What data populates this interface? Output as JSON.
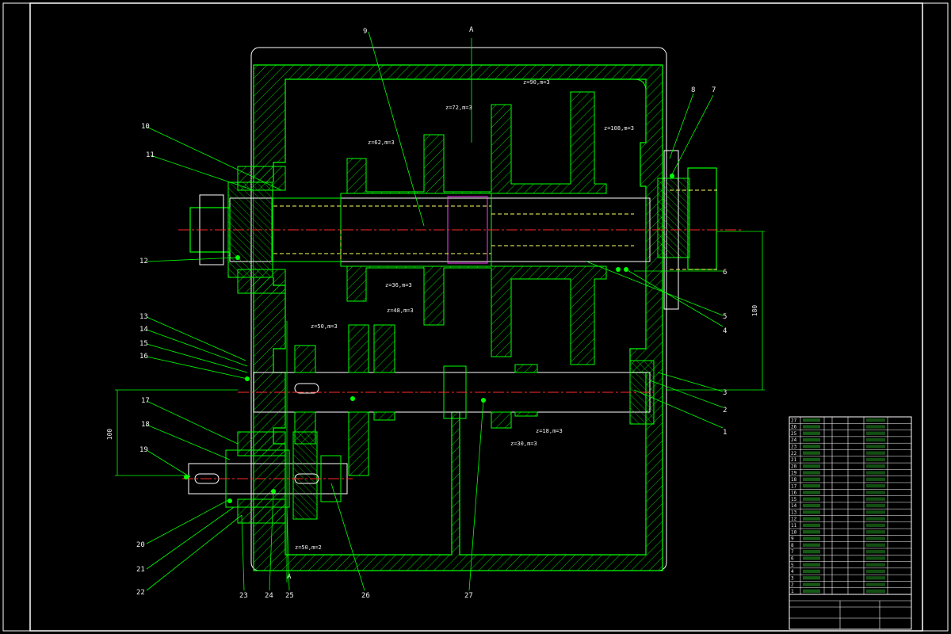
{
  "drawing": {
    "colors": {
      "background": "#000000",
      "outline": "#00ff00",
      "centerline": "#ff2a2a",
      "hidden": "#ffff66",
      "leader": "#00ff00",
      "text": "#f2f2f2",
      "magenta": "#ff3cff",
      "white_lines": "#ffffff"
    },
    "gear_labels": {
      "top_g1": "z=72,m=3",
      "top_g2": "z=90,m=3",
      "top_g3": "z=108,m=3",
      "left_g1": "z=62,m=3",
      "mid_g1": "z=36,m=3",
      "mid_g2": "z=48,m=3",
      "mid_g3": "z=50,m=3",
      "bot_g1": "z=18,m=3",
      "bot_g2": "z=30,m=3",
      "bot_g3": "z=50,m=2"
    },
    "dimensions": {
      "right_vertical": "180",
      "left_vertical": "100"
    },
    "section_marks": {
      "top": "A",
      "bottom": "A"
    },
    "callouts": {
      "n1": "1",
      "n2": "2",
      "n3": "3",
      "n4": "4",
      "n5": "5",
      "n6": "6",
      "n7": "7",
      "n8": "8",
      "n9": "9",
      "n10": "10",
      "n11": "11",
      "n12": "12",
      "n13": "13",
      "n14": "14",
      "n15": "15",
      "n16": "16",
      "n17": "17",
      "n18": "18",
      "n19": "19",
      "n20": "20",
      "n21": "21",
      "n22": "22",
      "n23": "23",
      "n24": "24",
      "n25": "25",
      "n26": "26",
      "n27": "27"
    },
    "title_block": {
      "parts_rows": [
        "27",
        "26",
        "25",
        "24",
        "23",
        "22",
        "21",
        "20",
        "19",
        "18",
        "17",
        "16",
        "15",
        "14",
        "13",
        "12",
        "11",
        "10",
        "9",
        "8",
        "7",
        "6",
        "5",
        "4",
        "3",
        "2",
        "1"
      ]
    }
  }
}
